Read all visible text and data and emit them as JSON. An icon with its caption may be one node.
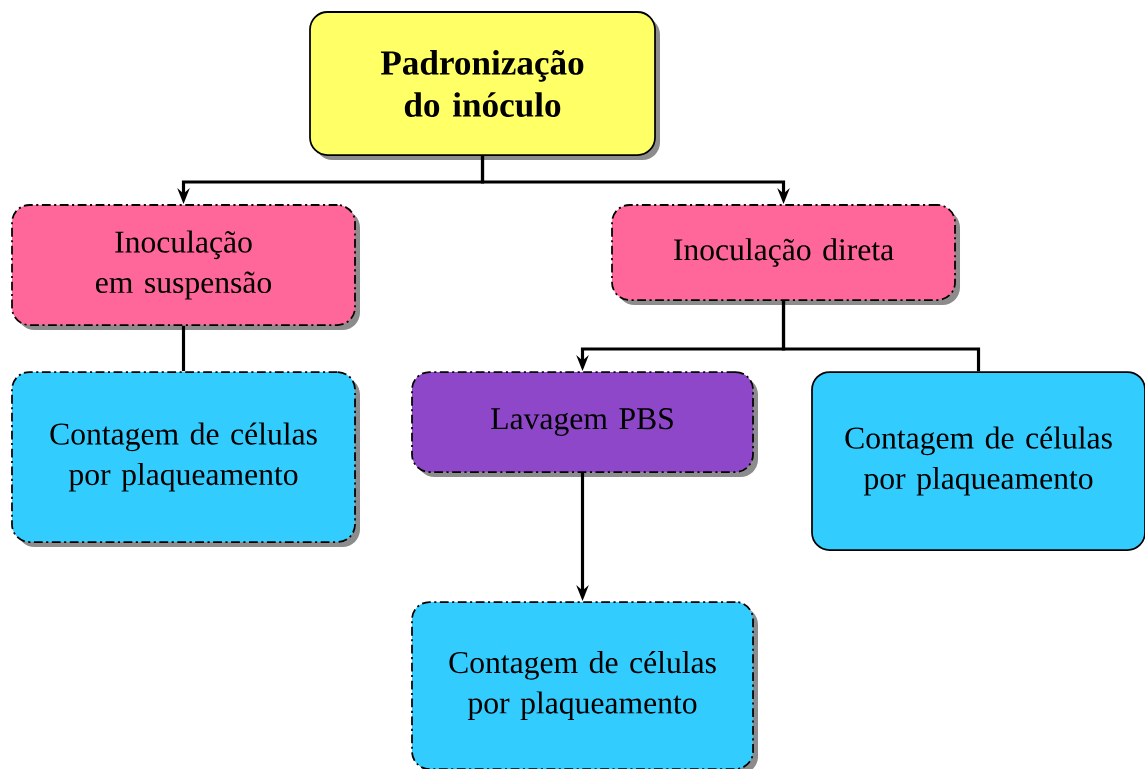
{
  "diagram": {
    "nodes": [
      {
        "text": [
          "Padronização do inóculo"
        ]
      },
      {
        "text": [
          "Inoculação em suspensão"
        ]
      },
      {
        "text": [
          "Inoculação direta"
        ]
      },
      {
        "text": [
          "Contagem de células por plaqueamento"
        ]
      },
      {
        "text": [
          "Lavagem PBS"
        ]
      },
      {
        "text": [
          "Contagem de células por plaqueamento"
        ]
      },
      {
        "text": [
          "Contagem de células por plaqueamento"
        ]
      }
    ],
    "edges": [
      {
        "from": 0,
        "to": 1,
        "arrow": "to"
      },
      {
        "from": 0,
        "to": 2,
        "arrow": "to"
      },
      {
        "from": 1,
        "to": 3,
        "arrow": "none"
      },
      {
        "from": 2,
        "to": 4,
        "arrow": "to"
      },
      {
        "from": 2,
        "to": 5,
        "arrow": "none"
      },
      {
        "from": 4,
        "to": 6,
        "arrow": "to"
      }
    ]
  }
}
